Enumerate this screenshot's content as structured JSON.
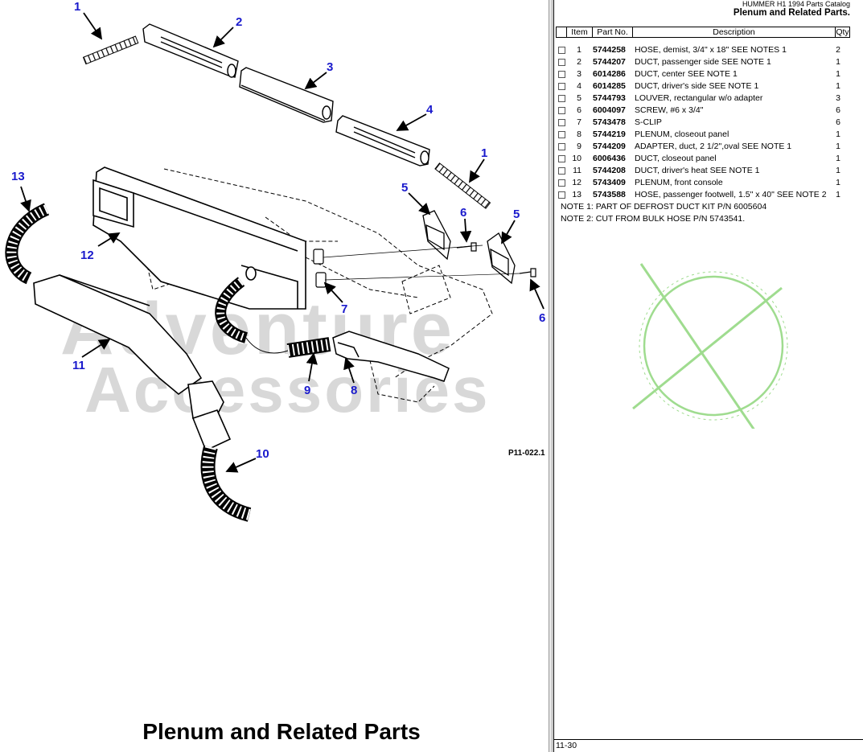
{
  "diagram": {
    "title": "Plenum and Related Parts",
    "reference_code": "P11-022.1",
    "watermark": {
      "line1": "Adventure",
      "line2": "Accessories"
    },
    "callouts": [
      "1",
      "2",
      "3",
      "4",
      "1",
      "5",
      "6",
      "5",
      "13",
      "12",
      "7",
      "6",
      "11",
      "9",
      "8",
      "10"
    ]
  },
  "catalog": {
    "name": "HUMMER H1 1994 Parts Catalog",
    "title": "Plenum and Related Parts.",
    "page": "11-30"
  },
  "parts_table": {
    "headers": {
      "item": "Item",
      "part": "Part No.",
      "desc": "Description",
      "qty": "Qty"
    },
    "rows": [
      {
        "item": "1",
        "part": "5744258",
        "desc": "HOSE, demist, 3/4\" x 18\" SEE NOTES 1",
        "qty": "2"
      },
      {
        "item": "2",
        "part": "5744207",
        "desc": "DUCT, passenger side SEE NOTE 1",
        "qty": "1"
      },
      {
        "item": "3",
        "part": "6014286",
        "desc": "DUCT, center SEE NOTE 1",
        "qty": "1"
      },
      {
        "item": "4",
        "part": "6014285",
        "desc": "DUCT, driver's side SEE NOTE 1",
        "qty": "1"
      },
      {
        "item": "5",
        "part": "5744793",
        "desc": "LOUVER, rectangular w/o adapter",
        "qty": "3"
      },
      {
        "item": "6",
        "part": "6004097",
        "desc": "SCREW, #6 x 3/4\"",
        "qty": "6"
      },
      {
        "item": "7",
        "part": "5743478",
        "desc": "S-CLIP",
        "qty": "6"
      },
      {
        "item": "8",
        "part": "5744219",
        "desc": "PLENUM, closeout panel",
        "qty": "1"
      },
      {
        "item": "9",
        "part": "5744209",
        "desc": "ADAPTER, duct, 2 1/2\",oval SEE NOTE 1",
        "qty": "1"
      },
      {
        "item": "10",
        "part": "6006436",
        "desc": "DUCT, closeout panel",
        "qty": "1"
      },
      {
        "item": "11",
        "part": "5744208",
        "desc": "DUCT, driver's heat SEE NOTE 1",
        "qty": "1"
      },
      {
        "item": "12",
        "part": "5743409",
        "desc": "PLENUM, front console",
        "qty": "1"
      },
      {
        "item": "13",
        "part": "5743588",
        "desc": "HOSE, passenger footwell, 1.5\" x 40\" SEE NOTE 2",
        "qty": "1"
      }
    ],
    "notes": [
      "NOTE 1:  PART OF DEFROST DUCT KIT P/N 6005604",
      "NOTE 2:  CUT FROM BULK HOSE P/N 5743541."
    ]
  },
  "colors": {
    "callout": "#1a1acc",
    "watermark": "#cfcfcf",
    "seal": "#9fdc8f"
  },
  "icons": {
    "row_checkbox": "checkbox-icon",
    "seal": "seal-watermark-icon"
  }
}
